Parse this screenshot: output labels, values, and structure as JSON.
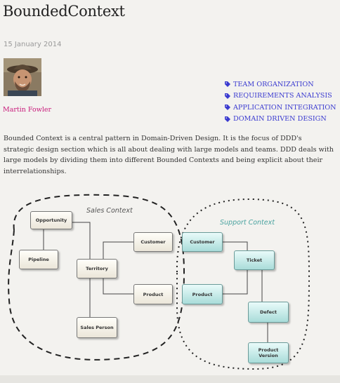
{
  "article": {
    "title": "BoundedContext",
    "date": "15 January 2014",
    "author": "Martin Fowler",
    "tags": [
      "TEAM ORGANIZATION",
      "REQUIREMENTS ANALYSIS",
      "APPLICATION INTEGRATION",
      "DOMAIN DRIVEN DESIGN"
    ],
    "intro": "Bounded Context is a central pattern in Domain-Driven Design. It is the focus of DDD's strategic design section which is all about dealing with large models and teams. DDD deals with large models by dividing them into different Bounded Contexts and being explicit about their interrelationships."
  },
  "diagram": {
    "sales_label": "Sales Context",
    "support_label": "Support Context",
    "sales_nodes": {
      "opportunity": "Opportunity",
      "pipeline": "Pipeline",
      "territory": "Territory",
      "customer": "Customer",
      "product": "Product",
      "sales_person": "Sales Person"
    },
    "support_nodes": {
      "customer": "Customer",
      "ticket": "Ticket",
      "product": "Product",
      "defect": "Defect",
      "product_version": "Product Version"
    }
  },
  "colors": {
    "author": "#c8197a",
    "tag_link": "#3a3ad0",
    "sales_context_label": "#555555",
    "support_context_label": "#4aa3a0"
  },
  "icons": {
    "tag": "tag-icon",
    "avatar": "author-photo"
  }
}
